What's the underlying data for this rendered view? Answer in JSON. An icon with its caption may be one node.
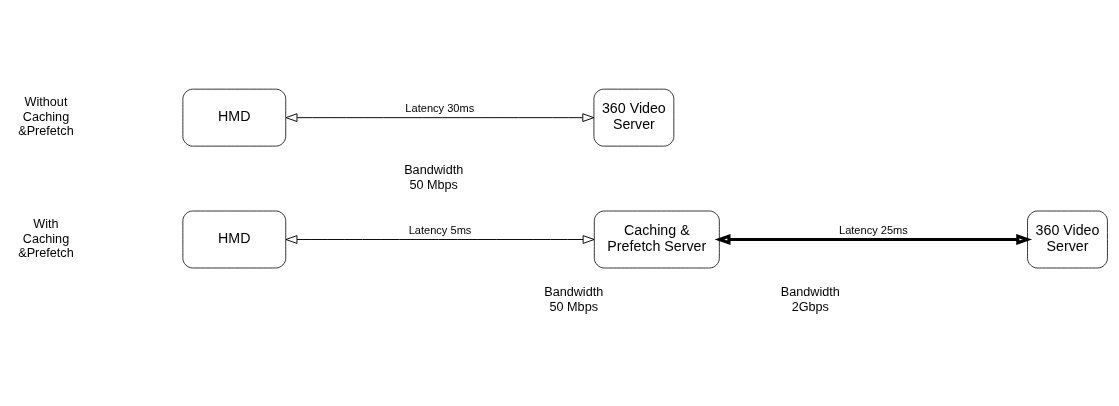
{
  "diagram": {
    "nodes": [
      {
        "text": [
          "HMD"
        ]
      },
      {
        "text": [
          "360 Video Server"
        ]
      },
      {
        "text": [
          "HMD"
        ]
      },
      {
        "text": [
          "Caching & Prefetch Server"
        ]
      },
      {
        "text": [
          "360 Video Server"
        ]
      }
    ],
    "edges": [
      {
        "from": 0,
        "to": 1,
        "arrow": "both",
        "label": "Latency 30ms"
      },
      {
        "from": 2,
        "to": 3,
        "arrow": "both",
        "label": "Latency 5ms"
      },
      {
        "from": 3,
        "to": 4,
        "arrow": "both",
        "label": "Latency 25ms",
        "style": "thick"
      }
    ],
    "labels": [
      "Without Caching &Prefetch",
      "Bandwidth 50 Mbps",
      "With Caching &Prefetch",
      "Bandwidth 50 Mbps",
      "Bandwidth 2Gbps"
    ]
  }
}
